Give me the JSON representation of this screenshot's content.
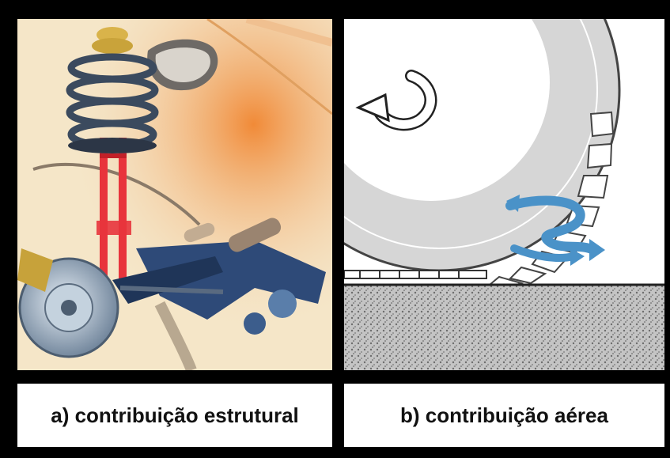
{
  "panels": [
    {
      "id": "a",
      "caption": "a) contribuição estrutural"
    },
    {
      "id": "b",
      "caption": "b) contribuição aérea"
    }
  ],
  "colors": {
    "background": "#000000",
    "strut": "#e8343c",
    "spring": "#3b4a5e",
    "spring_cap": "#d9b34a",
    "arm": "#2e4a78",
    "tire_gray": "#d4d4d4",
    "road": "#bdbdbd",
    "rotation_arrow": "#ffffff",
    "airflow_arrow": "#4a92c8"
  },
  "icons": {
    "rotation": "curved-rotation-arrow",
    "airflow": "swirl-airflow-arrow"
  }
}
